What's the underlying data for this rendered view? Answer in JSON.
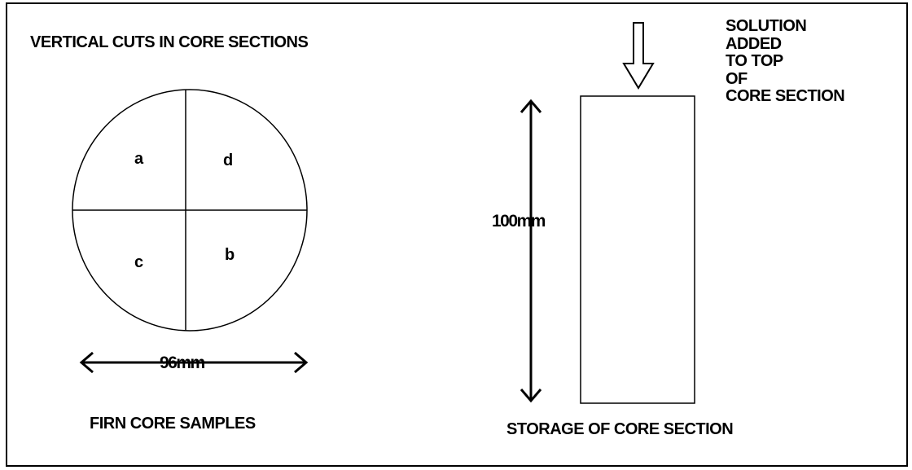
{
  "left_panel": {
    "title": "VERTICAL CUTS IN CORE SECTIONS",
    "quadrants": {
      "a": "a",
      "d": "d",
      "c": "c",
      "b": "b"
    },
    "diameter_label": "96mm",
    "caption": "FIRN CORE SAMPLES"
  },
  "right_panel": {
    "annotation_lines": [
      "SOLUTION",
      "ADDED",
      "TO TOP",
      "OF",
      "CORE SECTION"
    ],
    "height_label": "100mm",
    "caption": "STORAGE OF CORE SECTION"
  }
}
